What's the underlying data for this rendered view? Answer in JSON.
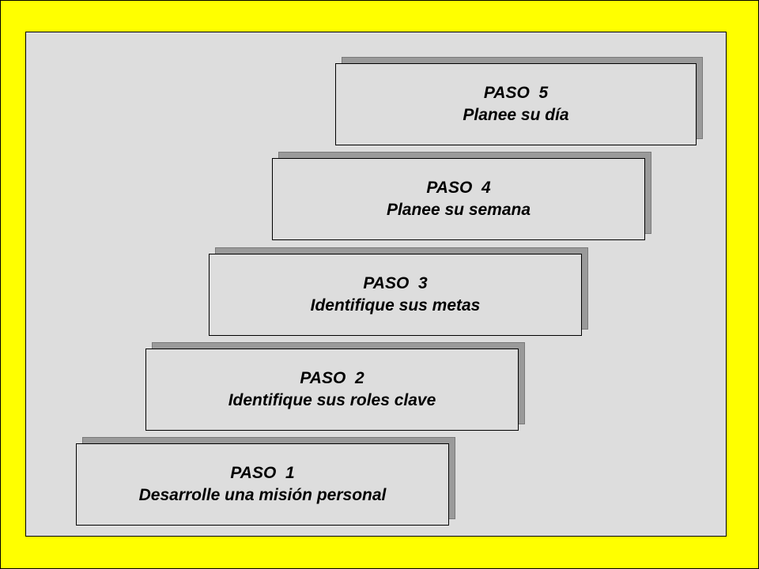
{
  "steps": [
    {
      "title": "PASO  1",
      "description": "Desarrolle una misión personal"
    },
    {
      "title": "PASO  2",
      "description": "Identifique sus roles clave"
    },
    {
      "title": "PASO  3",
      "description": "Identifique sus metas"
    },
    {
      "title": "PASO  4",
      "description": "Planee su semana"
    },
    {
      "title": "PASO  5",
      "description": "Planee su día"
    }
  ],
  "colors": {
    "background": "#ffff00",
    "panel": "#dddddd",
    "shadow": "#9a9a9a"
  }
}
